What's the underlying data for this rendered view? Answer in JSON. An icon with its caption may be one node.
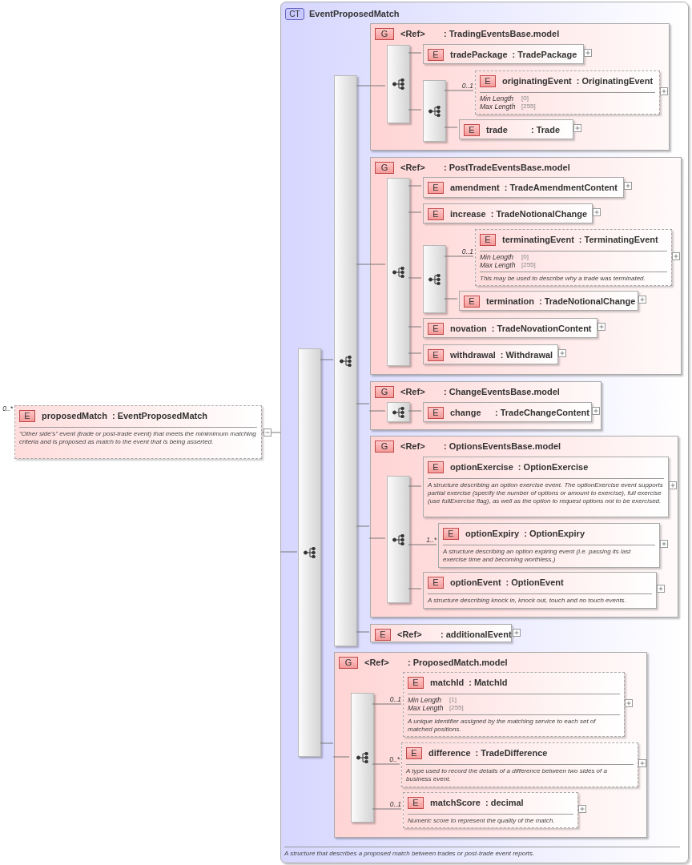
{
  "diagram": {
    "nodes": [
      {
        "text": [
          "E",
          "proposedMatch",
          ": EventProposedMatch",
          "\"Other side's\" event (trade or post-trade event) that meets the minimimum matching criteria and is proposed as match to the event that is being asserted."
        ],
        "beside": [
          "0..*"
        ]
      },
      {
        "text": [
          "CT",
          "EventProposedMatch",
          "A structure that describes a proposed match between trades or post-trade event reports."
        ]
      },
      {
        "text": [],
        "shape": "bar",
        "in": 1
      },
      {
        "text": [],
        "shape": "bar",
        "in": 1
      },
      {
        "text": [
          "G",
          "<Ref>",
          ": TradingEventsBase.model"
        ],
        "in": 1
      },
      {
        "text": [],
        "shape": "bar",
        "in": 4
      },
      {
        "text": [
          "E",
          "tradePackage",
          ": TradePackage"
        ],
        "in": 4
      },
      {
        "text": [],
        "shape": "bar",
        "in": 4
      },
      {
        "text": [
          "E",
          "originatingEvent",
          ": OriginatingEvent",
          "Min Length",
          "[0]",
          "Max Length",
          "[255]"
        ],
        "in": 4,
        "beside": [
          "0..1"
        ]
      },
      {
        "text": [
          "E",
          "trade",
          ": Trade"
        ],
        "in": 4
      },
      {
        "text": [
          "G",
          "<Ref>",
          ": PostTradeEventsBase.model"
        ],
        "in": 1
      },
      {
        "text": [],
        "shape": "bar",
        "in": 10
      },
      {
        "text": [
          "E",
          "amendment",
          ": TradeAmendmentContent"
        ],
        "in": 10
      },
      {
        "text": [
          "E",
          "increase",
          ": TradeNotionalChange"
        ],
        "in": 10
      },
      {
        "text": [],
        "shape": "bar",
        "in": 10
      },
      {
        "text": [
          "E",
          "terminatingEvent",
          ": TerminatingEvent",
          "Min Length",
          "[0]",
          "Max Length",
          "[255]",
          "This may be used to describe why a trade was terminated."
        ],
        "in": 10,
        "beside": [
          "0..1"
        ]
      },
      {
        "text": [
          "E",
          "termination",
          ": TradeNotionalChange"
        ],
        "in": 10
      },
      {
        "text": [
          "E",
          "novation",
          ": TradeNovationContent"
        ],
        "in": 10
      },
      {
        "text": [
          "E",
          "withdrawal",
          ": Withdrawal"
        ],
        "in": 10
      },
      {
        "text": [
          "G",
          "<Ref>",
          ": ChangeEventsBase.model"
        ],
        "in": 1
      },
      {
        "text": [],
        "shape": "bar",
        "in": 19
      },
      {
        "text": [
          "E",
          "change",
          ": TradeChangeContent"
        ],
        "in": 19
      },
      {
        "text": [
          "G",
          "<Ref>",
          ": OptionsEventsBase.model"
        ],
        "in": 1
      },
      {
        "text": [],
        "shape": "bar",
        "in": 22
      },
      {
        "text": [
          "E",
          "optionExercise",
          ": OptionExercise",
          "A structure describing an option exercise event. The optionExercise event supports partial exercise (specify the number of options or amount to exercise), full exercise (use fullExercise flag), as well as the option to request options not to be exercised."
        ],
        "in": 22
      },
      {
        "text": [
          "E",
          "optionExpiry",
          ": OptionExpiry",
          "A structure describing an option expiring event (i.e. passing its last exercise time and becoming worthless.)"
        ],
        "in": 22,
        "beside": [
          "1..*"
        ]
      },
      {
        "text": [
          "E",
          "optionEvent",
          ": OptionEvent",
          "A structure describing knock in, knock out, touch and no touch events."
        ],
        "in": 22
      },
      {
        "text": [
          "E",
          "<Ref>",
          ": additionalEvent"
        ],
        "in": 1
      },
      {
        "text": [
          "G",
          "<Ref>",
          ": ProposedMatch.model"
        ],
        "in": 1
      },
      {
        "text": [],
        "shape": "bar",
        "in": 28
      },
      {
        "text": [
          "E",
          "matchId",
          ": MatchId",
          "Min Length",
          "[1]",
          "Max Length",
          "[255]",
          "A unique identifier assigned by the matching service to each set of matched positions."
        ],
        "in": 28,
        "beside": [
          "0..1"
        ]
      },
      {
        "text": [
          "E",
          "difference",
          ": TradeDifference",
          "A type used to record the details of a difference between two sides of a business event."
        ],
        "in": 28,
        "beside": [
          "0..*"
        ]
      },
      {
        "text": [
          "E",
          "matchScore",
          ": decimal",
          "Numeric score to represent the quality of the match."
        ],
        "in": 28,
        "beside": [
          "0..1"
        ]
      }
    ],
    "edges": [
      {
        "from": 0,
        "to": 1,
        "arrow": "none"
      },
      {
        "from": 1,
        "to": 2,
        "arrow": "none"
      },
      {
        "from": 2,
        "to": 3,
        "arrow": "none"
      },
      {
        "from": 2,
        "to": 28,
        "arrow": "none"
      },
      {
        "from": 3,
        "to": 4,
        "arrow": "none"
      },
      {
        "from": 4,
        "to": 5,
        "arrow": "none"
      },
      {
        "from": 5,
        "to": 6,
        "arrow": "none"
      },
      {
        "from": 5,
        "to": 7,
        "arrow": "none"
      },
      {
        "from": 7,
        "to": 8,
        "arrow": "none"
      },
      {
        "from": 7,
        "to": 9,
        "arrow": "none"
      },
      {
        "from": 3,
        "to": 10,
        "arrow": "none"
      },
      {
        "from": 10,
        "to": 11,
        "arrow": "none"
      },
      {
        "from": 11,
        "to": 12,
        "arrow": "none"
      },
      {
        "from": 11,
        "to": 13,
        "arrow": "none"
      },
      {
        "from": 11,
        "to": 14,
        "arrow": "none"
      },
      {
        "from": 14,
        "to": 15,
        "arrow": "none"
      },
      {
        "from": 14,
        "to": 16,
        "arrow": "none"
      },
      {
        "from": 11,
        "to": 17,
        "arrow": "none"
      },
      {
        "from": 11,
        "to": 18,
        "arrow": "none"
      },
      {
        "from": 3,
        "to": 19,
        "arrow": "none"
      },
      {
        "from": 19,
        "to": 20,
        "arrow": "none"
      },
      {
        "from": 20,
        "to": 21,
        "arrow": "none"
      },
      {
        "from": 3,
        "to": 22,
        "arrow": "none"
      },
      {
        "from": 22,
        "to": 23,
        "arrow": "none"
      },
      {
        "from": 23,
        "to": 24,
        "arrow": "none"
      },
      {
        "from": 23,
        "to": 25,
        "arrow": "none"
      },
      {
        "from": 23,
        "to": 26,
        "arrow": "none"
      },
      {
        "from": 3,
        "to": 27,
        "arrow": "none"
      },
      {
        "from": 28,
        "to": 29,
        "arrow": "none"
      },
      {
        "from": 29,
        "to": 30,
        "arrow": "none"
      },
      {
        "from": 29,
        "to": 31,
        "arrow": "none"
      },
      {
        "from": 29,
        "to": 32,
        "arrow": "none"
      }
    ]
  }
}
